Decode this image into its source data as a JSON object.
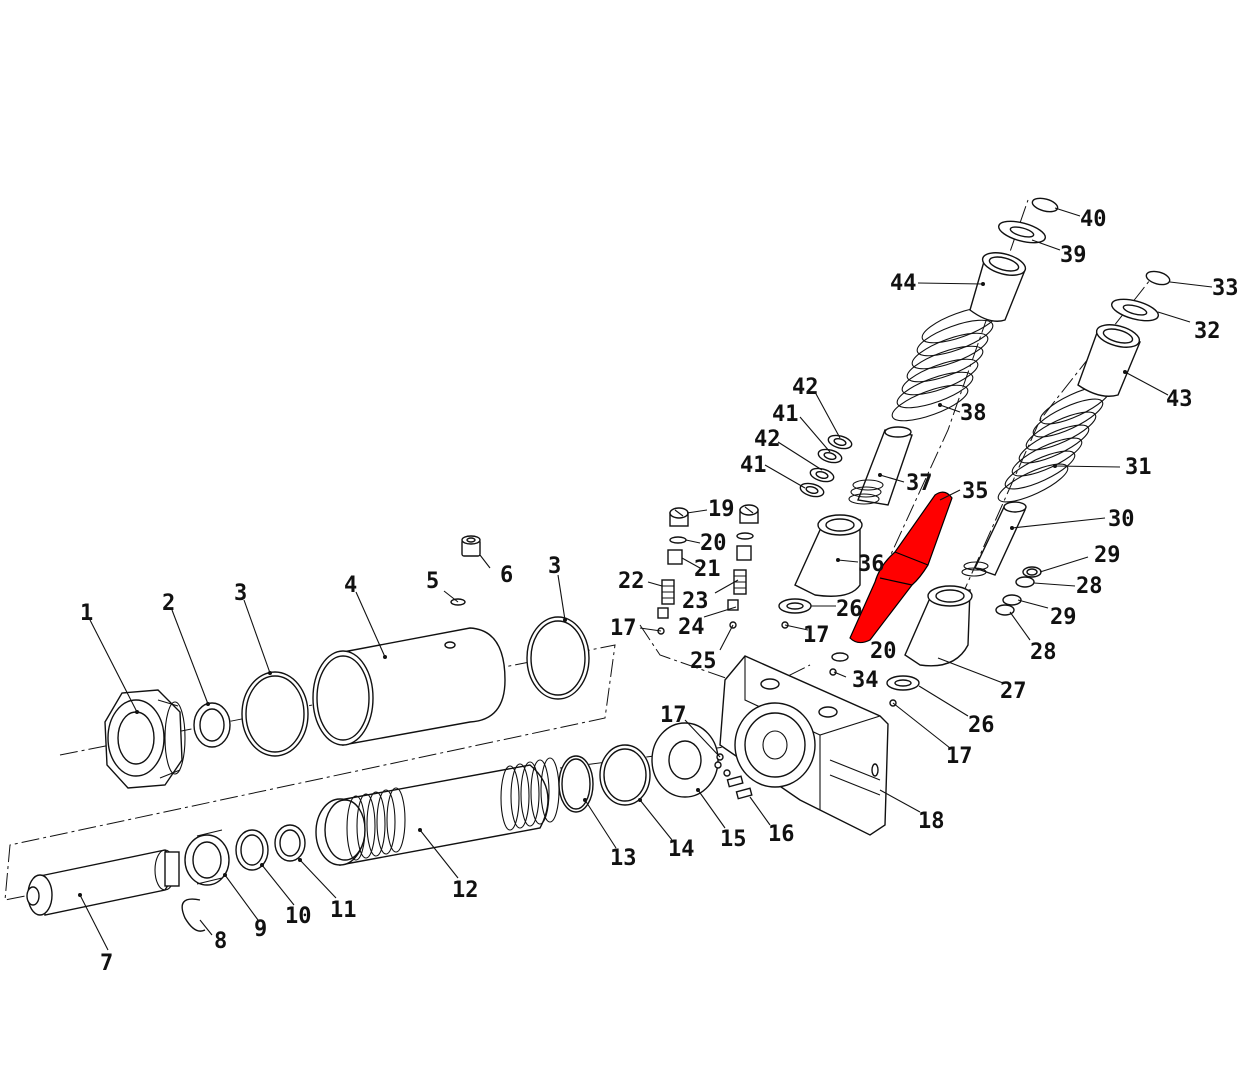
{
  "diagram": {
    "highlight_color": "#ff0000",
    "line_color": "#111111",
    "background": "#ffffff",
    "highlighted_part": "35",
    "callouts": [
      {
        "id": "c1",
        "text": "1"
      },
      {
        "id": "c2",
        "text": "2"
      },
      {
        "id": "c3a",
        "text": "3"
      },
      {
        "id": "c4",
        "text": "4"
      },
      {
        "id": "c5",
        "text": "5"
      },
      {
        "id": "c6",
        "text": "6"
      },
      {
        "id": "c3b",
        "text": "3"
      },
      {
        "id": "c7",
        "text": "7"
      },
      {
        "id": "c8",
        "text": "8"
      },
      {
        "id": "c9",
        "text": "9"
      },
      {
        "id": "c10",
        "text": "10"
      },
      {
        "id": "c11",
        "text": "11"
      },
      {
        "id": "c12",
        "text": "12"
      },
      {
        "id": "c13",
        "text": "13"
      },
      {
        "id": "c14",
        "text": "14"
      },
      {
        "id": "c15",
        "text": "15"
      },
      {
        "id": "c16",
        "text": "16"
      },
      {
        "id": "c17a",
        "text": "17"
      },
      {
        "id": "c17b",
        "text": "17"
      },
      {
        "id": "c17c",
        "text": "17"
      },
      {
        "id": "c17d",
        "text": "17"
      },
      {
        "id": "c18",
        "text": "18"
      },
      {
        "id": "c19",
        "text": "19"
      },
      {
        "id": "c20a",
        "text": "20"
      },
      {
        "id": "c20b",
        "text": "20"
      },
      {
        "id": "c21",
        "text": "21"
      },
      {
        "id": "c22",
        "text": "22"
      },
      {
        "id": "c23",
        "text": "23"
      },
      {
        "id": "c24",
        "text": "24"
      },
      {
        "id": "c25",
        "text": "25"
      },
      {
        "id": "c26a",
        "text": "26"
      },
      {
        "id": "c26b",
        "text": "26"
      },
      {
        "id": "c27",
        "text": "27"
      },
      {
        "id": "c28a",
        "text": "28"
      },
      {
        "id": "c28b",
        "text": "28"
      },
      {
        "id": "c29a",
        "text": "29"
      },
      {
        "id": "c29b",
        "text": "29"
      },
      {
        "id": "c30",
        "text": "30"
      },
      {
        "id": "c31",
        "text": "31"
      },
      {
        "id": "c32",
        "text": "32"
      },
      {
        "id": "c33",
        "text": "33"
      },
      {
        "id": "c34",
        "text": "34"
      },
      {
        "id": "c35",
        "text": "35"
      },
      {
        "id": "c36",
        "text": "36"
      },
      {
        "id": "c37",
        "text": "37"
      },
      {
        "id": "c38",
        "text": "38"
      },
      {
        "id": "c39",
        "text": "39"
      },
      {
        "id": "c40",
        "text": "40"
      },
      {
        "id": "c41a",
        "text": "41"
      },
      {
        "id": "c41b",
        "text": "41"
      },
      {
        "id": "c42a",
        "text": "42"
      },
      {
        "id": "c42b",
        "text": "42"
      },
      {
        "id": "c43",
        "text": "43"
      },
      {
        "id": "c44",
        "text": "44"
      }
    ]
  }
}
